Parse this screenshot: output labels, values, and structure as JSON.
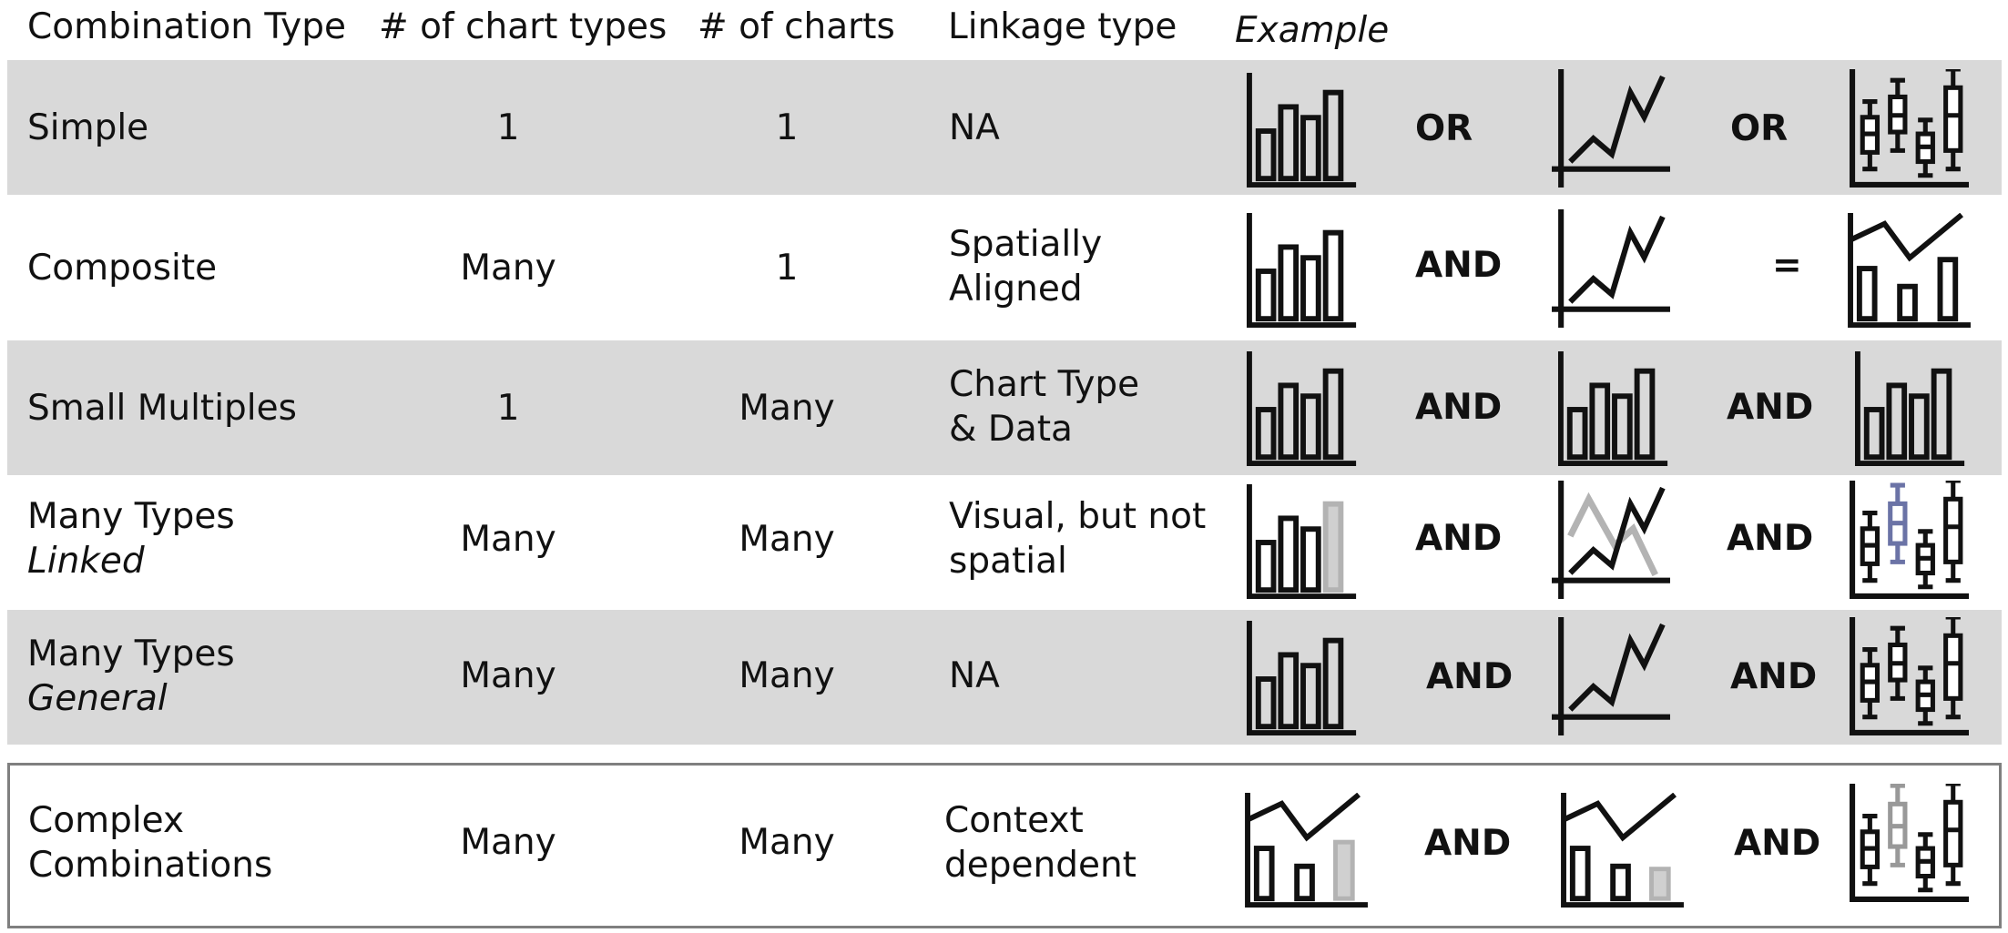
{
  "header": {
    "combination_type": "Combination Type",
    "chart_types": "# of chart types",
    "charts": "# of charts",
    "linkage": "Linkage type",
    "example": "Example"
  },
  "rows": [
    {
      "name": "Simple",
      "subname": "",
      "chart_types": "1",
      "charts": "1",
      "linkage_1": "NA",
      "linkage_2": "",
      "op1": "OR",
      "op2": "OR"
    },
    {
      "name": "Composite",
      "subname": "",
      "chart_types": "Many",
      "charts": "1",
      "linkage_1": "Spatially",
      "linkage_2": "Aligned",
      "op1": "AND",
      "op2": "="
    },
    {
      "name": "Small Multiples",
      "subname": "",
      "chart_types": "1",
      "charts": "Many",
      "linkage_1": "Chart Type",
      "linkage_2": "& Data",
      "op1": "AND",
      "op2": "AND"
    },
    {
      "name": "Many Types",
      "subname": "Linked",
      "chart_types": "Many",
      "charts": "Many",
      "linkage_1": "Visual, but not",
      "linkage_2": "spatial",
      "op1": "AND",
      "op2": "AND"
    },
    {
      "name": "Many Types",
      "subname": "General",
      "chart_types": "Many",
      "charts": "Many",
      "linkage_1": "NA",
      "linkage_2": "",
      "op1": "AND",
      "op2": "AND"
    },
    {
      "name": "Complex",
      "subname": "Combinations",
      "chart_types": "Many",
      "charts": "Many",
      "linkage_1": "Context",
      "linkage_2": "dependent",
      "op1": "AND",
      "op2": "AND"
    }
  ],
  "colors": {
    "shade": "#d9d9d9",
    "icon": "#111111",
    "highlight_gray": "#b3b3b3",
    "highlight_blue": "#6b73a6",
    "box_border": "#7f7f7f"
  },
  "icons": [
    "bar-chart",
    "line-chart",
    "box-plot",
    "combo-chart"
  ]
}
